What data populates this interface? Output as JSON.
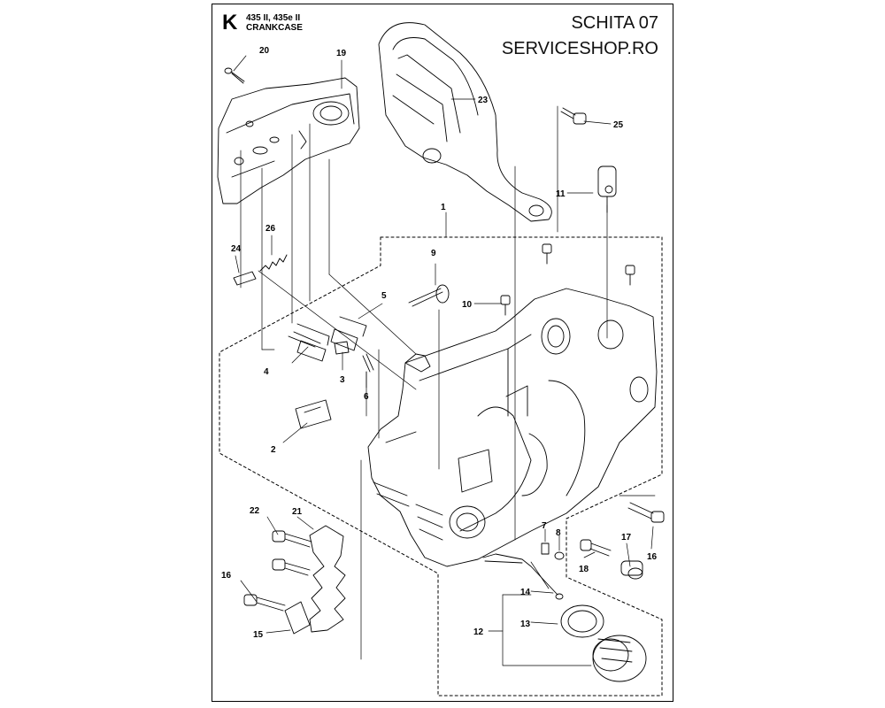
{
  "header": {
    "section_letter": "K",
    "model_line": "435 II, 435e II",
    "section_name": "CRANKCASE",
    "schema_label": "SCHITA 07",
    "shop_name": "SERVICESHOP.RO"
  },
  "callouts": [
    "1",
    "2",
    "3",
    "4",
    "5",
    "6",
    "7",
    "8",
    "9",
    "10",
    "11",
    "12",
    "13",
    "14",
    "15",
    "16",
    "16",
    "17",
    "18",
    "19",
    "20",
    "21",
    "22",
    "23",
    "24",
    "25",
    "26"
  ]
}
